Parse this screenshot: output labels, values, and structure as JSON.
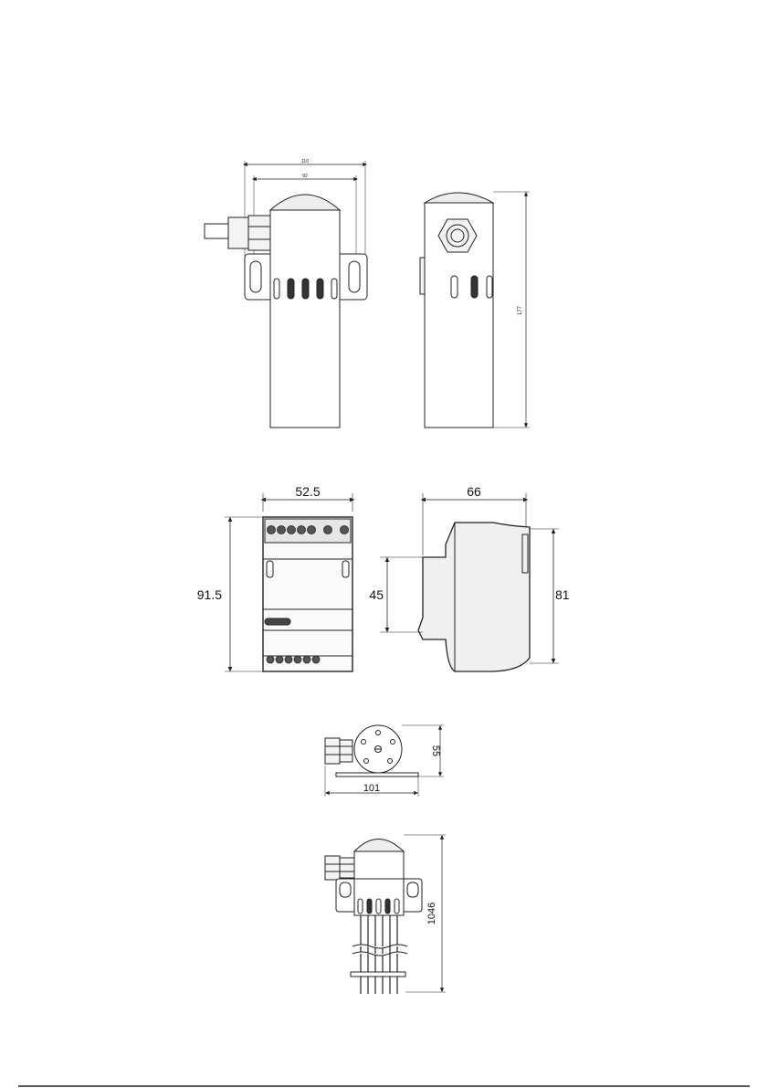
{
  "figures": {
    "top_front": {
      "dim_outer": "110",
      "dim_inner": "92"
    },
    "top_side": {
      "dim_height": "177"
    },
    "din_front": {
      "dim_width": "52.5",
      "dim_height": "91.5"
    },
    "din_side": {
      "dim_depth": "66",
      "dim_step": "45",
      "dim_height": "81"
    },
    "round_top": {
      "dim_width": "101",
      "dim_height": "55"
    },
    "cable_side": {
      "dim_height": "1046"
    }
  },
  "colors": {
    "line": "#222222",
    "fill_light": "#eeeeee",
    "fill_mid": "#dddddd",
    "fill_dark": "#333333"
  }
}
